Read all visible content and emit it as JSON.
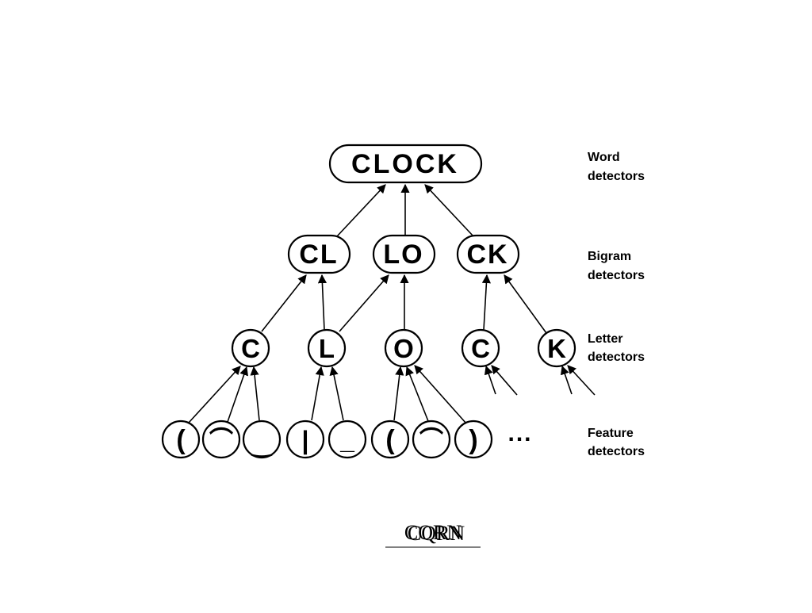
{
  "word_level": {
    "node": "CLOCK",
    "label": [
      "Word",
      "detectors"
    ]
  },
  "bigram_level": {
    "nodes": [
      "CL",
      "LO",
      "CK"
    ],
    "label": [
      "Bigram",
      "detectors"
    ]
  },
  "letter_level": {
    "nodes": [
      "C",
      "L",
      "O",
      "C",
      "K"
    ],
    "label": [
      "Letter",
      "detectors"
    ]
  },
  "feature_level": {
    "nodes": [
      "(",
      "⌒",
      "‿",
      "|",
      "_",
      "(",
      "⌒",
      ")"
    ],
    "ellipsis": "...",
    "label": [
      "Feature",
      "detectors"
    ]
  },
  "logo": {
    "text_a": "CORN",
    "text_b": "CQRN"
  },
  "colors": {
    "ink": "#000000",
    "background": "#ffffff"
  }
}
